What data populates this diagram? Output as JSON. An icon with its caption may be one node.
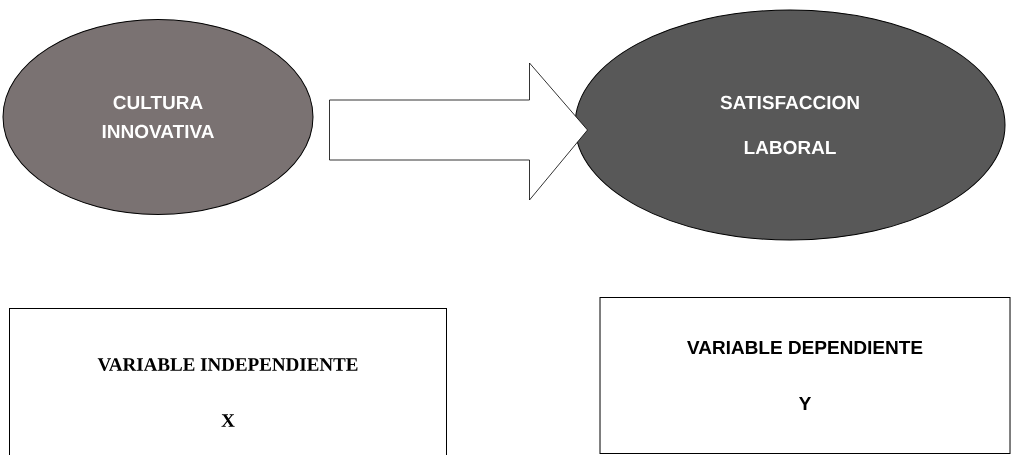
{
  "diagram": {
    "nodes": [
      {
        "text": [
          "CULTURA INNOVATIVA"
        ]
      },
      {
        "text": [
          "SATISFACCION LABORAL"
        ]
      },
      {
        "text": [
          "VARIABLE INDEPENDIENTE",
          "X"
        ]
      },
      {
        "text": [
          "VARIABLE DEPENDIENTE",
          "Y"
        ]
      }
    ],
    "edges": [
      {
        "from": 0,
        "to": 1,
        "arrow": "to"
      }
    ]
  }
}
